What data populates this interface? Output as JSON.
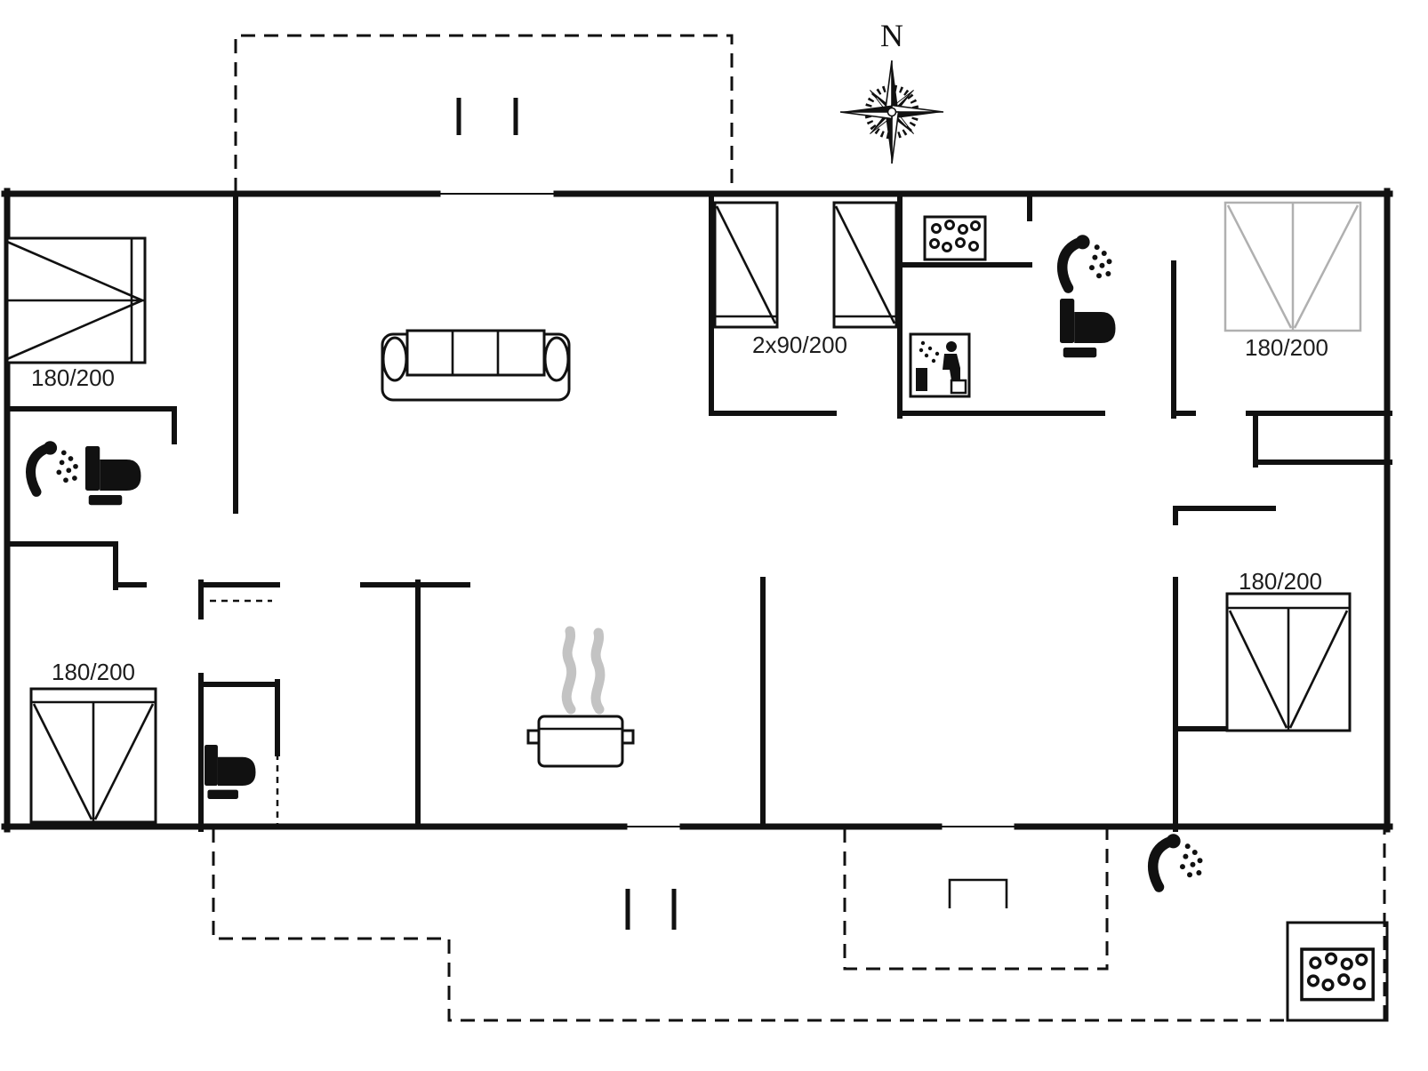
{
  "compass": {
    "label": "N"
  },
  "labels": {
    "bed_top_left": "180/200",
    "bed_bottom_left": "180/200",
    "bed_top_right": "180/200",
    "bed_mid_right": "180/200",
    "twin_beds": "2x90/200"
  },
  "colors": {
    "wall": "#111111",
    "ghost_furniture": "#b0b0b0",
    "steam": "#c3c3c3",
    "background": "#ffffff"
  },
  "icons": {
    "compass": "compass-rose-icon",
    "toilet": "toilet-icon",
    "shower": "shower-icon",
    "whirlpool": "whirlpool-icon",
    "sauna": "sauna-icon",
    "sofa": "sofa-icon",
    "stove": "steaming-pot-icon",
    "double_bed": "double-bed-icon",
    "single_bed": "single-bed-icon",
    "terrace_table": "table-icon"
  }
}
